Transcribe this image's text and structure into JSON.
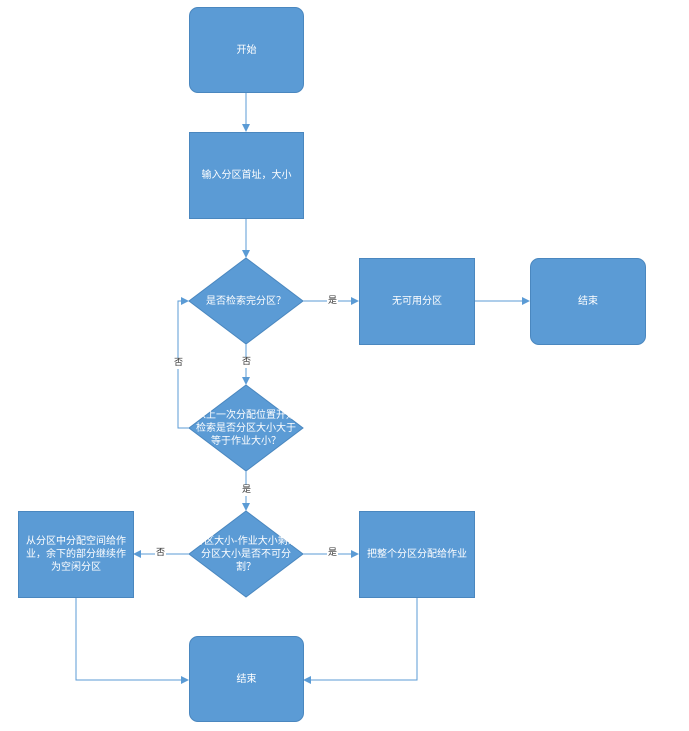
{
  "nodes": {
    "start": "开始",
    "input": "输入分区首址，大小",
    "check_done": "是否检索完分区？",
    "none_available": "无可用分区",
    "end_top": "结束",
    "search_from_last": "从上一次分配位置开始\n检索是否分区大小大于\n等于作业大小？",
    "split_check": "分区大小-作业大小剩余\n分区大小是否不可分\n割？",
    "alloc_part": "从分区中分配空间给作\n业，余下的部分继续作\n为空闲分区",
    "alloc_whole": "把整个分区分配给作业",
    "end_bottom": "结束"
  },
  "edges": {
    "yes_1": "是",
    "no_1": "否",
    "no_loop": "否",
    "yes_2": "是",
    "yes_3": "是",
    "no_2": "否"
  },
  "colors": {
    "node_fill": "#5b9bd5",
    "node_border": "#4a87bf",
    "edge": "#5b9bd5",
    "text_on_node": "#ffffff"
  }
}
